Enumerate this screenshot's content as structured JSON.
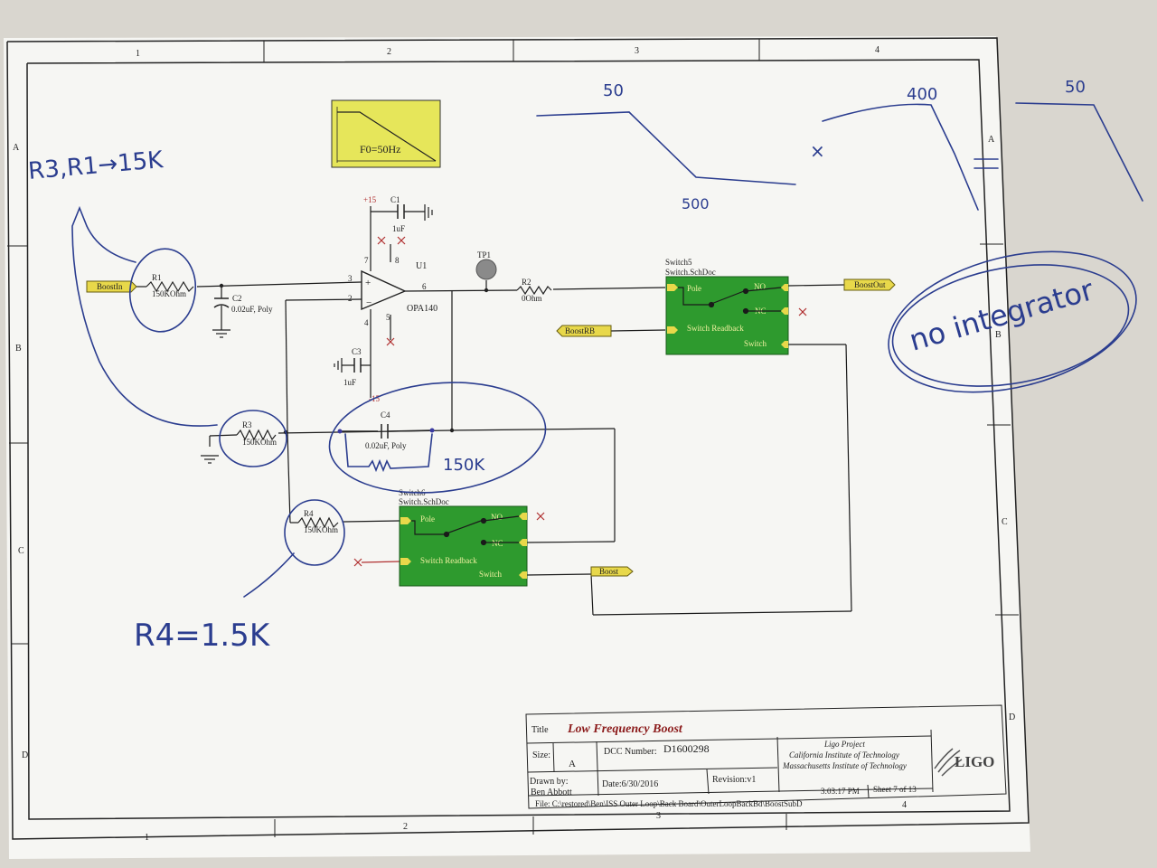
{
  "border": {
    "top_cols": [
      "1",
      "2",
      "3",
      "4"
    ],
    "bottom_cols": [
      "1",
      "2",
      "3",
      "4"
    ],
    "left_rows": [
      "A",
      "B",
      "C",
      "D"
    ],
    "right_rows": [
      "A",
      "B",
      "C",
      "D"
    ]
  },
  "filter_box": {
    "label": "F0=50Hz"
  },
  "components": {
    "boostin": "BoostIn",
    "boostout": "BoostOut",
    "boostrb": "BoostRB",
    "boost": "Boost",
    "r1": {
      "ref": "R1",
      "value": "150KOhm"
    },
    "r2": {
      "ref": "R2",
      "value": "0Ohm"
    },
    "r3": {
      "ref": "R3",
      "value": "150KOhm"
    },
    "r4": {
      "ref": "R4",
      "value": "150KOhm"
    },
    "c1": {
      "ref": "C1",
      "value": "1uF"
    },
    "c2": {
      "ref": "C2",
      "value": "0.02uF, Poly"
    },
    "c3": {
      "ref": "C3",
      "value": "1uF"
    },
    "c4": {
      "ref": "C4",
      "value": "0.02uF, Poly"
    },
    "u1": {
      "ref": "U1",
      "part": "OPA140"
    },
    "tp1": "TP1",
    "plus15": "+15",
    "minus15": "-15",
    "pins": {
      "p3": "3",
      "p2": "2",
      "p6": "6",
      "p7": "7",
      "p8": "8",
      "p4": "4",
      "p5": "5"
    }
  },
  "switch5": {
    "name": "Switch5",
    "doc": "Switch.SchDoc",
    "pole": "Pole",
    "no": "NO",
    "nc": "NC",
    "readback": "Switch Readback",
    "switch": "Switch"
  },
  "switch6": {
    "name": "Switch6",
    "doc": "Switch.SchDoc",
    "pole": "Pole",
    "no": "NO",
    "nc": "NC",
    "readback": "Switch Readback",
    "switch": "Switch"
  },
  "title_block": {
    "title_label": "Title",
    "title": "Low Frequency Boost",
    "size_label": "Size:",
    "size": "A",
    "dcc_label": "DCC Number:",
    "dcc": "D1600298",
    "org1": "Ligo Project",
    "org2": "California Institute of Technology",
    "org3": "Massachusetts Institute of Technology",
    "logo": "LIGO",
    "drawn_label": "Drawn by:",
    "drawn": "Ben Abbott",
    "date": "Date:6/30/2016",
    "revision": "Revision:v1",
    "time": "3:03:17 PM",
    "sheet": "Sheet  7  of 13",
    "file": "File:  C:\\restored\\Ben\\ISS Outer Loop\\Back Board\\OuterLoopBackBd\\BoostSubD"
  },
  "annotations": {
    "r3r1": "R3,R1→15K",
    "r4": "R4=1.5K",
    "r150k": "150K",
    "no_integrator": "no integrator",
    "g50a": "50",
    "g500": "500",
    "g400": "400",
    "g50b": "50",
    "cross": "×"
  },
  "colors": {
    "paper": "#f6f6f3",
    "switch_green": "#2e9a2e",
    "port_yellow": "#e8d84a",
    "filter_yellow": "#e6e65a",
    "ink_blue": "#2b3d8f",
    "wire": "#1a1a1a",
    "title_red": "#8b1a1a"
  }
}
